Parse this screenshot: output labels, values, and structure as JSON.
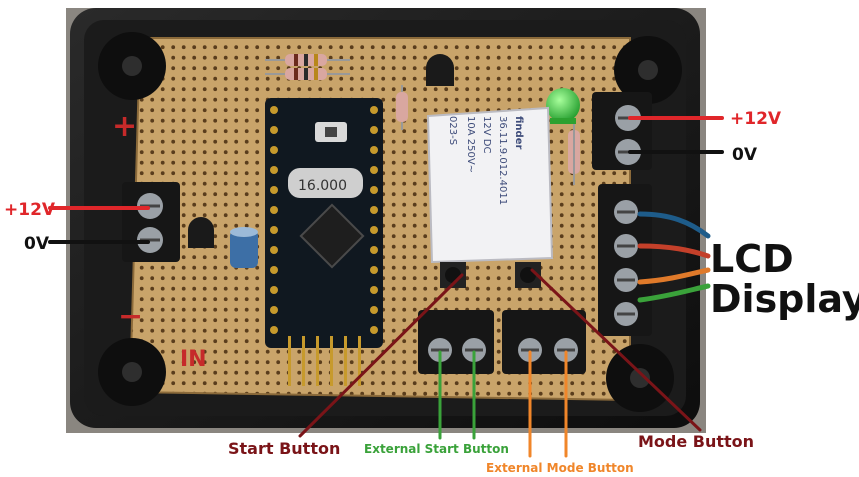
{
  "annotations": {
    "left_12v": "+12V",
    "left_0v": "0V",
    "right_12v": "+12V",
    "right_0v": "0V",
    "lcd_line1": "LCD",
    "lcd_line2": "Display",
    "start_button": "Start Button",
    "external_start_button": "External Start Button",
    "external_mode_button": "External Mode Button",
    "mode_button": "Mode Button"
  },
  "board_markings": {
    "plus_sign": "+",
    "minus_sign": "−",
    "in_text": "IN",
    "crystal_text": "16.000",
    "relay_text_1": "finder",
    "relay_text_2": "36.11.9.012.4011",
    "relay_text_3": "12V DC",
    "relay_text_4": "10A 250V~",
    "relay_text_5": "023-S"
  },
  "colors": {
    "power_positive": "#e0262a",
    "power_ground": "#111111",
    "start_button": "#7a1418",
    "external_start": "#3aa23a",
    "external_mode": "#f0862a",
    "mode_button": "#7a1418",
    "enclosure": "#161616",
    "stripboard": "#c9a46a",
    "arduino_pcb": "#101820",
    "status_led": "#3bd23b"
  }
}
